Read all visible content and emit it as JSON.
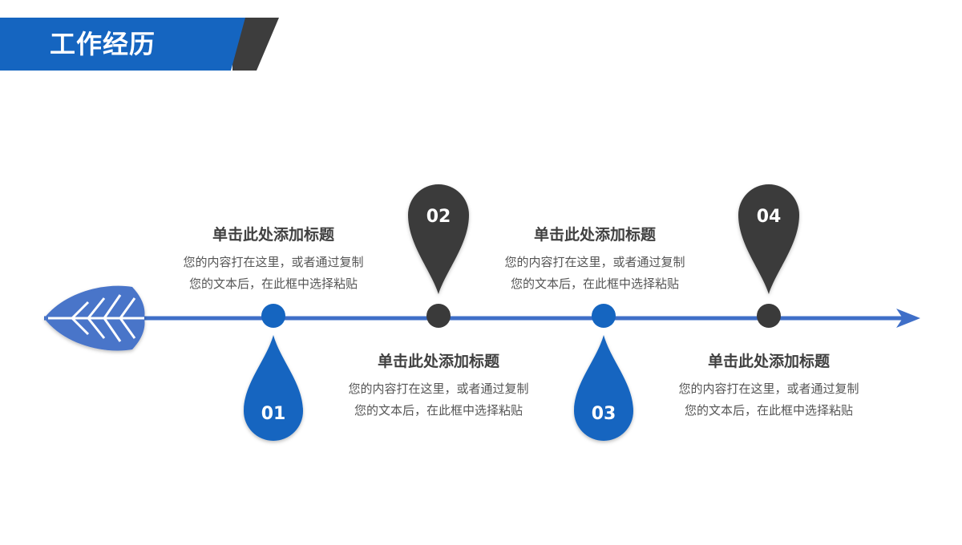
{
  "header": {
    "title": "工作经历"
  },
  "colors": {
    "blue": "#1565c0",
    "dark": "#3a3a3a",
    "line": "#3f6fc8",
    "leaf": "#4a74c9"
  },
  "steps": [
    {
      "number": "01",
      "title": "单击此处添加标题",
      "desc_line1": "您的内容打在这里，或者通过复制",
      "desc_line2": "您的文本后，在此框中选择粘贴",
      "marker_color": "blue"
    },
    {
      "number": "02",
      "title": "单击此处添加标题",
      "desc_line1": "您的内容打在这里，或者通过复制",
      "desc_line2": "您的文本后，在此框中选择粘贴",
      "marker_color": "dark"
    },
    {
      "number": "03",
      "title": "单击此处添加标题",
      "desc_line1": "您的内容打在这里，或者通过复制",
      "desc_line2": "您的文本后，在此框中选择粘贴",
      "marker_color": "blue"
    },
    {
      "number": "04",
      "title": "单击此处添加标题",
      "desc_line1": "您的内容打在这里，或者通过复制",
      "desc_line2": "您的文本后，在此框中选择粘贴",
      "marker_color": "dark"
    }
  ]
}
